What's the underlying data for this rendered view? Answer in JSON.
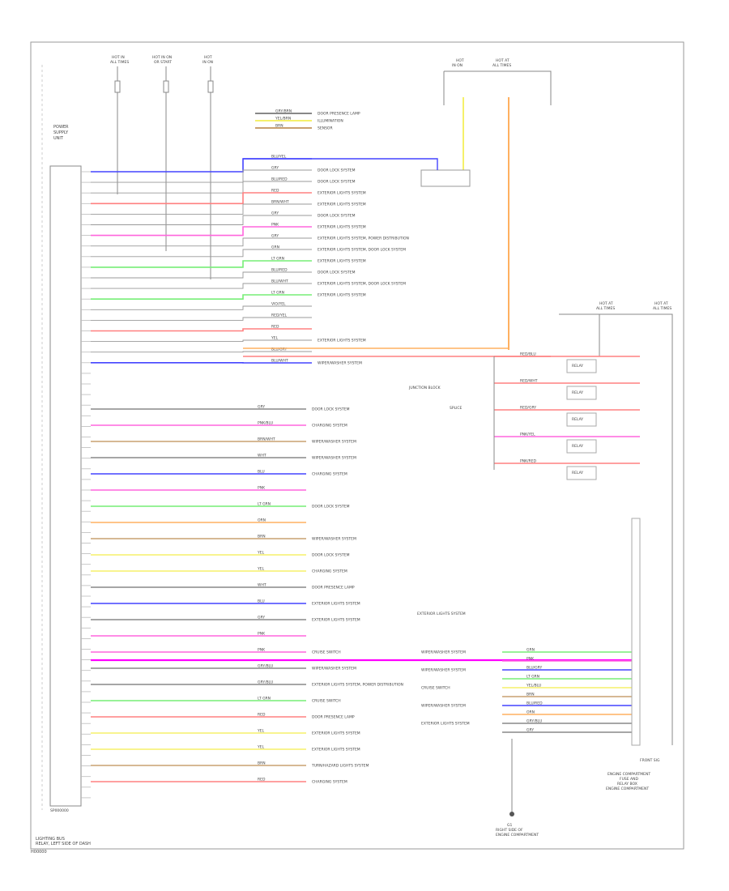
{
  "title_block": {
    "line1": "LIGHTING BUS",
    "line2": "RELAY, LEFT SIDE OF DASH",
    "code": "H00000"
  },
  "module": {
    "name": "POWER",
    "sub": "SUPPLY",
    "sub2": "UNIT",
    "bottom_label": "SP000000"
  },
  "top_fuses": [
    {
      "label": "HOT IN",
      "sub": "ALL TIMES"
    },
    {
      "label": "HOT IN ON",
      "sub": "OR START"
    },
    {
      "label": "HOT",
      "sub": "IN ON"
    }
  ],
  "top_right_fuses": [
    {
      "label": "HOT",
      "sub": "IN ON"
    },
    {
      "label": "HOT AT",
      "sub": "ALL TIMES"
    }
  ],
  "right_fuses": [
    {
      "label": "HOT AT",
      "sub": "ALL TIMES"
    },
    {
      "label": "HOT AT",
      "sub": "ALL TIMES"
    }
  ],
  "pin_count": 60,
  "connectors_top": [
    {
      "wire": "GRY/BRN",
      "label": "DOOR PRESENCE LAMP"
    },
    {
      "wire": "YEL/BRN",
      "label": "ILLUMINATION"
    },
    {
      "wire": "BRN",
      "label": "SENSOR"
    }
  ],
  "mid_connectors": [
    {
      "wire": "BLU/YEL",
      "label": ""
    },
    {
      "wire": "GRY",
      "label": "DOOR LOCK SYSTEM"
    },
    {
      "wire": "BLU/RED",
      "label": "DOOR LOCK SYSTEM"
    },
    {
      "wire": "RED",
      "label": "EXTERIOR LIGHTS SYSTEM"
    },
    {
      "wire": "BRN/WHT",
      "label": "EXTERIOR LIGHTS SYSTEM"
    },
    {
      "wire": "GRY",
      "label": "DOOR LOCK SYSTEM"
    },
    {
      "wire": "PNK",
      "label": "EXTERIOR LIGHTS SYSTEM"
    },
    {
      "wire": "GRY",
      "label": "EXTERIOR LIGHTS SYSTEM, POWER DISTRIBUTION"
    },
    {
      "wire": "GRN",
      "label": "EXTERIOR LIGHTS SYSTEM, DOOR LOCK SYSTEM"
    },
    {
      "wire": "LT GRN",
      "label": "EXTERIOR LIGHTS SYSTEM"
    },
    {
      "wire": "BLU/RED",
      "label": "DOOR LOCK SYSTEM"
    },
    {
      "wire": "BLU/WHT",
      "label": "EXTERIOR LIGHTS SYSTEM, DOOR LOCK SYSTEM"
    },
    {
      "wire": "LT GRN",
      "label": "EXTERIOR LIGHTS SYSTEM"
    },
    {
      "wire": "VIO/YEL",
      "label": ""
    },
    {
      "wire": "RED/YEL",
      "label": ""
    },
    {
      "wire": "RED",
      "label": ""
    },
    {
      "wire": "YEL",
      "label": "EXTERIOR LIGHTS SYSTEM"
    },
    {
      "wire": "BLU/GRY",
      "label": ""
    },
    {
      "wire": "BLU/WHT",
      "label": "WIPER/WASHER SYSTEM"
    }
  ],
  "lower_connectors": [
    {
      "wire": "GRY",
      "label": "DOOR LOCK SYSTEM"
    },
    {
      "wire": "PNK/BLU",
      "label": "CHARGING SYSTEM"
    },
    {
      "wire": "BRN/WHT",
      "label": "WIPER/WASHER SYSTEM"
    },
    {
      "wire": "WHT",
      "label": "WIPER/WASHER SYSTEM"
    },
    {
      "wire": "BLU",
      "label": "CHARGING SYSTEM"
    },
    {
      "wire": "PNK",
      "label": ""
    },
    {
      "wire": "LT GRN",
      "label": "DOOR LOCK SYSTEM"
    },
    {
      "wire": "ORN",
      "label": ""
    },
    {
      "wire": "BRN",
      "label": "WIPER/WASHER SYSTEM"
    },
    {
      "wire": "YEL",
      "label": "DOOR LOCK SYSTEM"
    },
    {
      "wire": "YEL",
      "label": "CHARGING SYSTEM"
    },
    {
      "wire": "WHT",
      "label": "DOOR PRESENCE LAMP"
    },
    {
      "wire": "BLU",
      "label": "EXTERIOR LIGHTS SYSTEM"
    },
    {
      "wire": "GRY",
      "label": "EXTERIOR LIGHTS SYSTEM"
    },
    {
      "wire": "PNK",
      "label": ""
    },
    {
      "wire": "PNK",
      "label": "CRUISE SWITCH"
    },
    {
      "wire": "GRY/BLU",
      "label": "WIPER/WASHER SYSTEM"
    },
    {
      "wire": "GRY/BLU",
      "label": "EXTERIOR LIGHTS SYSTEM, POWER DISTRIBUTION"
    },
    {
      "wire": "LT GRN",
      "label": "CRUISE SWITCH"
    },
    {
      "wire": "RED",
      "label": "DOOR PRESENCE LAMP"
    },
    {
      "wire": "YEL",
      "label": "EXTERIOR LIGHTS SYSTEM"
    },
    {
      "wire": "YEL",
      "label": "EXTERIOR LIGHTS SYSTEM"
    },
    {
      "wire": "BRN",
      "label": "TURN/HAZARD LIGHTS SYSTEM"
    },
    {
      "wire": "RED",
      "label": "CHARGING SYSTEM"
    }
  ],
  "right_side": {
    "splice_label": "SPLICE",
    "relays": [
      {
        "label": "RELAY",
        "wire": "RED/BLU"
      },
      {
        "label": "RELAY",
        "wire": "RED/WHT"
      },
      {
        "label": "RELAY",
        "wire": "RED/GRY"
      },
      {
        "label": "RELAY",
        "wire": "PNK/YEL"
      },
      {
        "label": "RELAY",
        "wire": "PNK/RED"
      }
    ],
    "junction_block": "JUNCTION BLOCK",
    "exterior_label": "EXTERIOR LIGHTS SYSTEM",
    "bottom_wires": [
      {
        "wire": "GRN",
        "label": "WIPER/WASHER SYSTEM"
      },
      {
        "wire": "PNK",
        "label": ""
      },
      {
        "wire": "BLU/GRY",
        "label": "WIPER/WASHER SYSTEM"
      },
      {
        "wire": "LT GRN",
        "label": ""
      },
      {
        "wire": "YEL/BLU",
        "label": "CRUISE SWITCH"
      },
      {
        "wire": "BRN",
        "label": ""
      },
      {
        "wire": "BLU/RED",
        "label": "WIPER/WASHER SYSTEM"
      },
      {
        "wire": "ORN",
        "label": ""
      },
      {
        "wire": "GRY/BLU",
        "label": "EXTERIOR LIGHTS SYSTEM"
      },
      {
        "wire": "GRY",
        "label": ""
      }
    ],
    "front_label": "FRONT SIG",
    "bottom_right_box": [
      "ENGINE COMPARTMENT",
      "FUSE AND",
      "RELAY BOX",
      "ENGINE COMPARTMENT"
    ],
    "ground": [
      "G1",
      "RIGHT SIDE OF",
      "ENGINE COMPARTMENT"
    ]
  },
  "colors": {
    "frame": "#999999",
    "red": "#ff8080",
    "pink": "#ff66dd",
    "magenta": "#ff00ff",
    "blue": "#4444ff",
    "yellow": "#f5f06a",
    "green": "#77ee77",
    "orange": "#ffb060",
    "gray": "#888888",
    "brown": "#c8a070"
  }
}
